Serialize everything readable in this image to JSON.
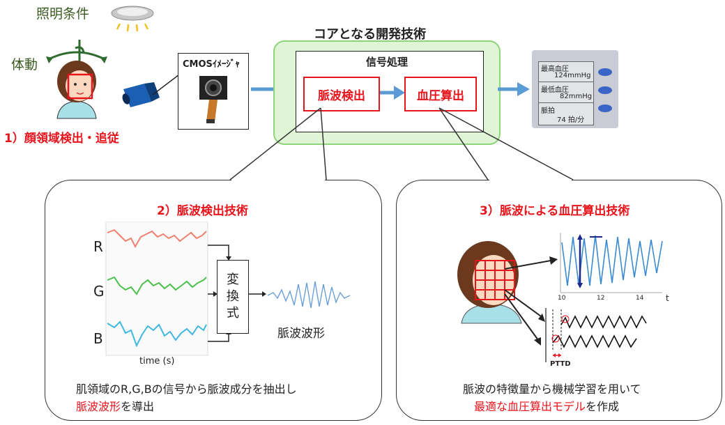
{
  "top": {
    "lighting_label": "照明条件",
    "motion_label": "体動",
    "face_step": "1）顔領域検出・追従",
    "camera_label": "CMOSｲﾒｰｼﾞｬ",
    "core_title": "コアとなる開発技術",
    "signal_title": "信号処理",
    "pulse_detect": "脈波検出",
    "bp_calc": "血圧算出"
  },
  "device": {
    "rows": [
      {
        "label": "最高血圧",
        "value": "124mmHg"
      },
      {
        "label": "最低血圧",
        "value": "82mmHg"
      },
      {
        "label": "脈拍",
        "value": "74 拍/分"
      }
    ]
  },
  "left_panel": {
    "title": "2）脈波検出技術",
    "channels": [
      "R",
      "G",
      "B"
    ],
    "x_axis": "time (s)",
    "transform": [
      "変",
      "換",
      "式"
    ],
    "output_label": "脈波波形",
    "caption_line1": "肌領域のR,G,Bの信号から脈波成分を抽出し",
    "caption_line2_red": "脈波波形",
    "caption_line2_rest": "を導出"
  },
  "right_panel": {
    "title": "3）脈波による血圧算出技術",
    "ticks": [
      "10",
      "12",
      "14"
    ],
    "t_label": "t",
    "pttd_label": "PTTD",
    "caption_line1": "脈波の特徴量から機械学習を用いて",
    "caption_line2_red": "最適な血圧算出モデル",
    "caption_line2_rest": "を作成"
  },
  "colors": {
    "accent_red": "#e8141c",
    "core_green": "#dff5d6",
    "arrow_blue": "#5b9bd5",
    "r_trace": "#f08070",
    "g_trace": "#4cc04c",
    "b_trace": "#40b8e0"
  }
}
